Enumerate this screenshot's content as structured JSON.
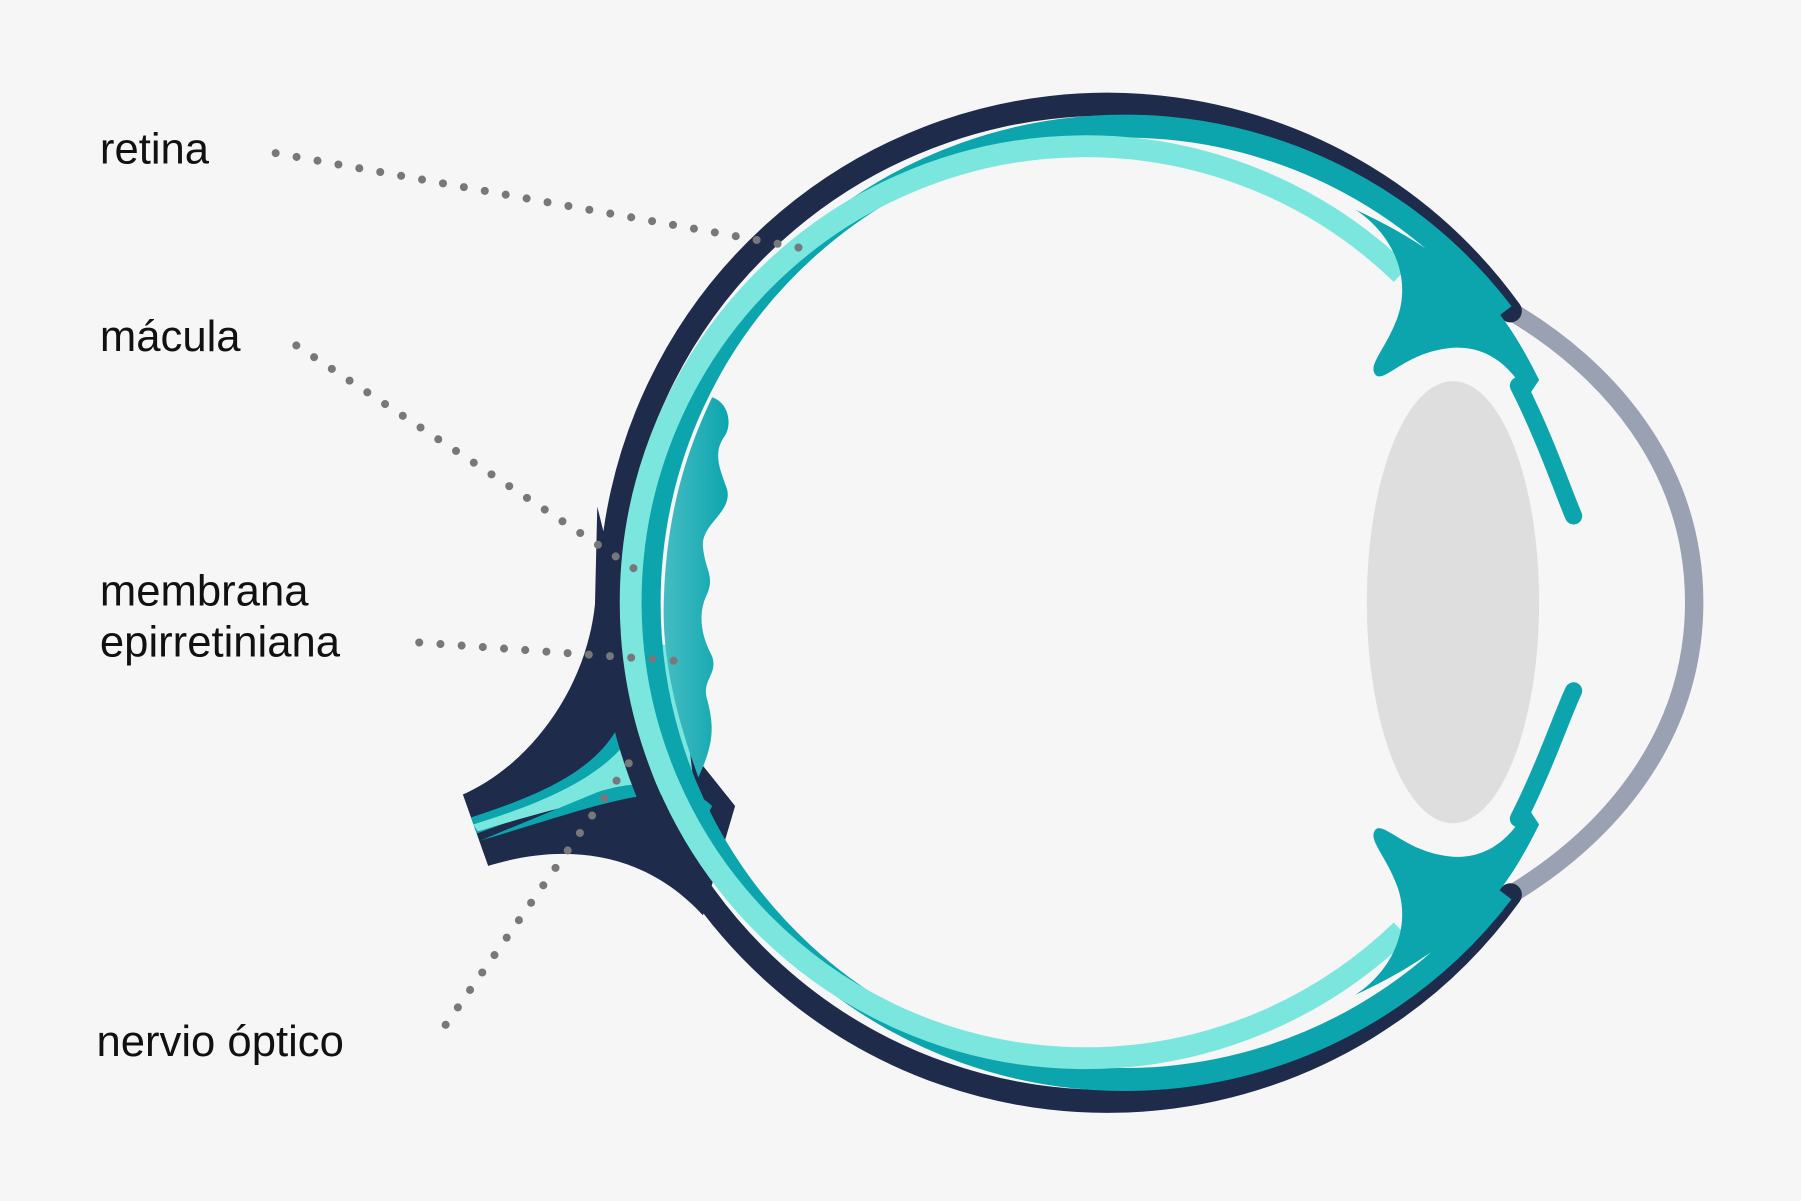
{
  "labels": {
    "retina": "retina",
    "macula": "mácula",
    "membrane_line1": "membrana",
    "membrane_line2": "epirretiniana",
    "optic_nerve": "nervio óptico"
  },
  "colors": {
    "background": "#f6f6f6",
    "sclera": "#1e2b4b",
    "choroid": "#0ca5ae",
    "retina": "#7be6de",
    "membrane": "#2fb0b8",
    "cornea": "#9aa1b3",
    "lens": "#dedede",
    "leader_dots": "#77787c"
  }
}
